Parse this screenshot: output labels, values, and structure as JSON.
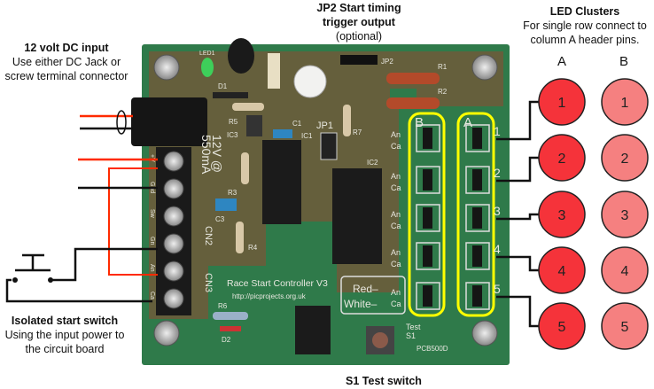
{
  "labels": {
    "dc_input": {
      "title": "12 volt DC input",
      "line1": "Use either DC Jack or",
      "line2": "screw terminal connector"
    },
    "jp2": {
      "title1": "JP2 Start timing",
      "title2": "trigger output",
      "line1": "(optional)"
    },
    "led_clusters": {
      "title": "LED Clusters",
      "line1": "For single row connect to",
      "line2": "column A header pins."
    },
    "start_switch": {
      "title": "Isolated start switch",
      "line1": "Using the input power to",
      "line2": "the circuit board"
    },
    "test_switch": {
      "title": "S1 Test switch"
    }
  },
  "led_columns": [
    {
      "header": "A",
      "color": "#f5333a",
      "items": [
        "1",
        "2",
        "3",
        "4",
        "5"
      ]
    },
    {
      "header": "B",
      "color": "#f58080",
      "items": [
        "1",
        "2",
        "3",
        "4",
        "5"
      ]
    }
  ],
  "board": {
    "power_rating": "12V @",
    "current": "550mA",
    "cn2": "CN2",
    "cn3": "CN3",
    "terminals": [
      "+V",
      "Gnd",
      "Sw",
      "Gn",
      "An",
      "Ca"
    ],
    "name": "Race Start Controller V3",
    "url": "http://picprojects.org.uk",
    "legend_red": "Red–",
    "legend_white": "White–",
    "pin_an": "An",
    "pin_ca": "Ca",
    "header_b": "B",
    "header_a": "A",
    "row_numbers": [
      "1",
      "2",
      "3",
      "4",
      "5"
    ],
    "jp1": "JP1",
    "jp2": "JP2",
    "led1": "LED1",
    "test": "Test",
    "s1": "S1",
    "pcb_id": "PCB500D",
    "r1": "R1",
    "r2": "R2",
    "r3": "R3",
    "r4": "R4",
    "r5": "R5",
    "r6": "R6",
    "r7": "R7",
    "c1": "C1",
    "c3": "C3",
    "ic1": "IC1",
    "ic2": "IC2",
    "ic3": "IC3",
    "d1": "D1",
    "d2": "D2"
  },
  "colors": {
    "pcb_green": "#2f7a4a",
    "pcb_brown": "#6e5a3a",
    "highlight": "#ffff00",
    "wire_red": "#ff2a00"
  }
}
